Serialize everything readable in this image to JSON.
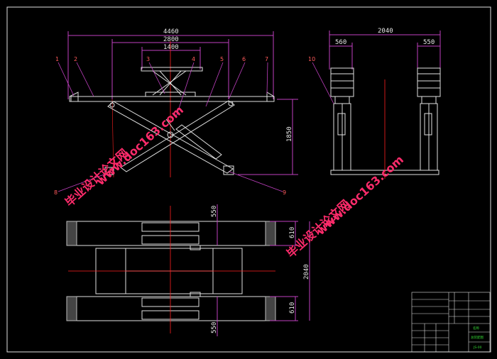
{
  "dimensions": {
    "front": {
      "overall": "4460",
      "mid": "2800",
      "top": "1400",
      "height": "1850"
    },
    "side": {
      "overall": "2040",
      "left_width": "560",
      "right_width": "550"
    },
    "plan": {
      "top_gap": "550",
      "top_width": "610",
      "total": "2040",
      "bottom_width": "610",
      "bottom_gap": "550"
    }
  },
  "part_labels": [
    "1",
    "2",
    "3",
    "4",
    "5",
    "6",
    "7",
    "8",
    "9",
    "10"
  ],
  "watermarks": {
    "brand": "毕业设计论文网",
    "url": "www.doc163.com"
  },
  "title_block": {
    "stamp_top": "名称",
    "stamp_main": "总装配图",
    "code": "JS-00"
  },
  "colors": {
    "background": "#000000",
    "outline": "#e0e0e0",
    "dimension": "#c040c0",
    "centerline": "#ff2020",
    "leader": "#c040c0",
    "watermark": "#ff2b6b",
    "title_text": "#35d635"
  }
}
